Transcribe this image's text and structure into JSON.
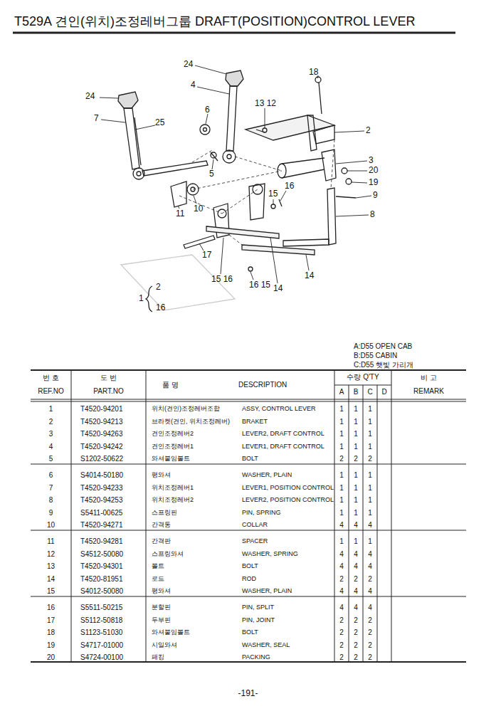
{
  "diagram": {
    "title": "T529A 견인(위치)조정레버그룹 DRAFT(POSITION)CONTROL LEVER",
    "labels": [
      "24",
      "4",
      "18",
      "13 12",
      "6",
      "24",
      "7",
      "25",
      "2",
      "5",
      "3",
      "20",
      "19",
      "9",
      "8",
      "16",
      "15",
      "10",
      "11",
      "17",
      "15 16",
      "16 15",
      "14",
      "14",
      "2",
      "1",
      "16",
      "A:D55 OPEN CAB",
      "B:D55 CABIN",
      "C:D55 햇빛 가리개",
      "번 호",
      "REF.NO",
      "도 번",
      "PART.NO",
      "품 명",
      "DESCRIPTION",
      "수량 Q'TY",
      "A",
      "B",
      "C",
      "D",
      "비 고",
      "REMARK",
      "1",
      "T4520-94201",
      "위치(견인)조정레버조합",
      "ASSY, CONTROL LEVER",
      "1",
      "1",
      "1",
      "2",
      "T4520-94213",
      "브라켓(견인, 위치조정레버)",
      "BRAKET",
      "1",
      "1",
      "1",
      "3",
      "T4520-94263",
      "견인조정레버2",
      "LEVER2, DRAFT CONTROL",
      "1",
      "1",
      "1",
      "4",
      "T4520-94242",
      "견인조정레버1",
      "LEVER1, DRAFT CONTROL",
      "1",
      "1",
      "1",
      "5",
      "S1202-50622",
      "와셔붙임볼트",
      "BOLT",
      "2",
      "2",
      "2",
      "6",
      "S4014-50180",
      "평와셔",
      "WASHER, PLAIN",
      "1",
      "1",
      "1",
      "7",
      "T4520-94233",
      "위치조정레버1",
      "LEVER1, POSITION CONTROL",
      "1",
      "1",
      "1",
      "8",
      "T4520-94253",
      "위치조정레버2",
      "LEVER2, POSITION CONTROL",
      "1",
      "1",
      "1",
      "9",
      "S5411-00625",
      "스프링핀",
      "PIN, SPRING",
      "1",
      "1",
      "1",
      "10",
      "T4520-94271",
      "간격통",
      "COLLAR",
      "4",
      "4",
      "4",
      "11",
      "T4520-94281",
      "간격판",
      "SPACER",
      "1",
      "1",
      "1",
      "12",
      "S4512-50080",
      "스프링와셔",
      "WASHER, SPRING",
      "4",
      "4",
      "4",
      "13",
      "T4520-94301",
      "볼트",
      "BOLT",
      "4",
      "4",
      "4",
      "14",
      "T4520-81951",
      "로드",
      "ROD",
      "2",
      "2",
      "2",
      "15",
      "S4012-50080",
      "평와셔",
      "WASHER, PLAIN",
      "4",
      "4",
      "4",
      "16",
      "S5511-50215",
      "분할핀",
      "PIN, SPLIT",
      "4",
      "4",
      "4",
      "17",
      "S5112-50818",
      "두부핀",
      "PIN, JOINT",
      "2",
      "2",
      "2",
      "18",
      "S1123-51030",
      "와셔붙임볼트",
      "BOLT",
      "2",
      "2",
      "2",
      "19",
      "S4717-01000",
      "시일와셔",
      "WASHER, SEAL",
      "2",
      "2",
      "2",
      "20",
      "S4724-00100",
      "패킹",
      "PACKING",
      "2",
      "2",
      "2",
      "-191-"
    ]
  }
}
